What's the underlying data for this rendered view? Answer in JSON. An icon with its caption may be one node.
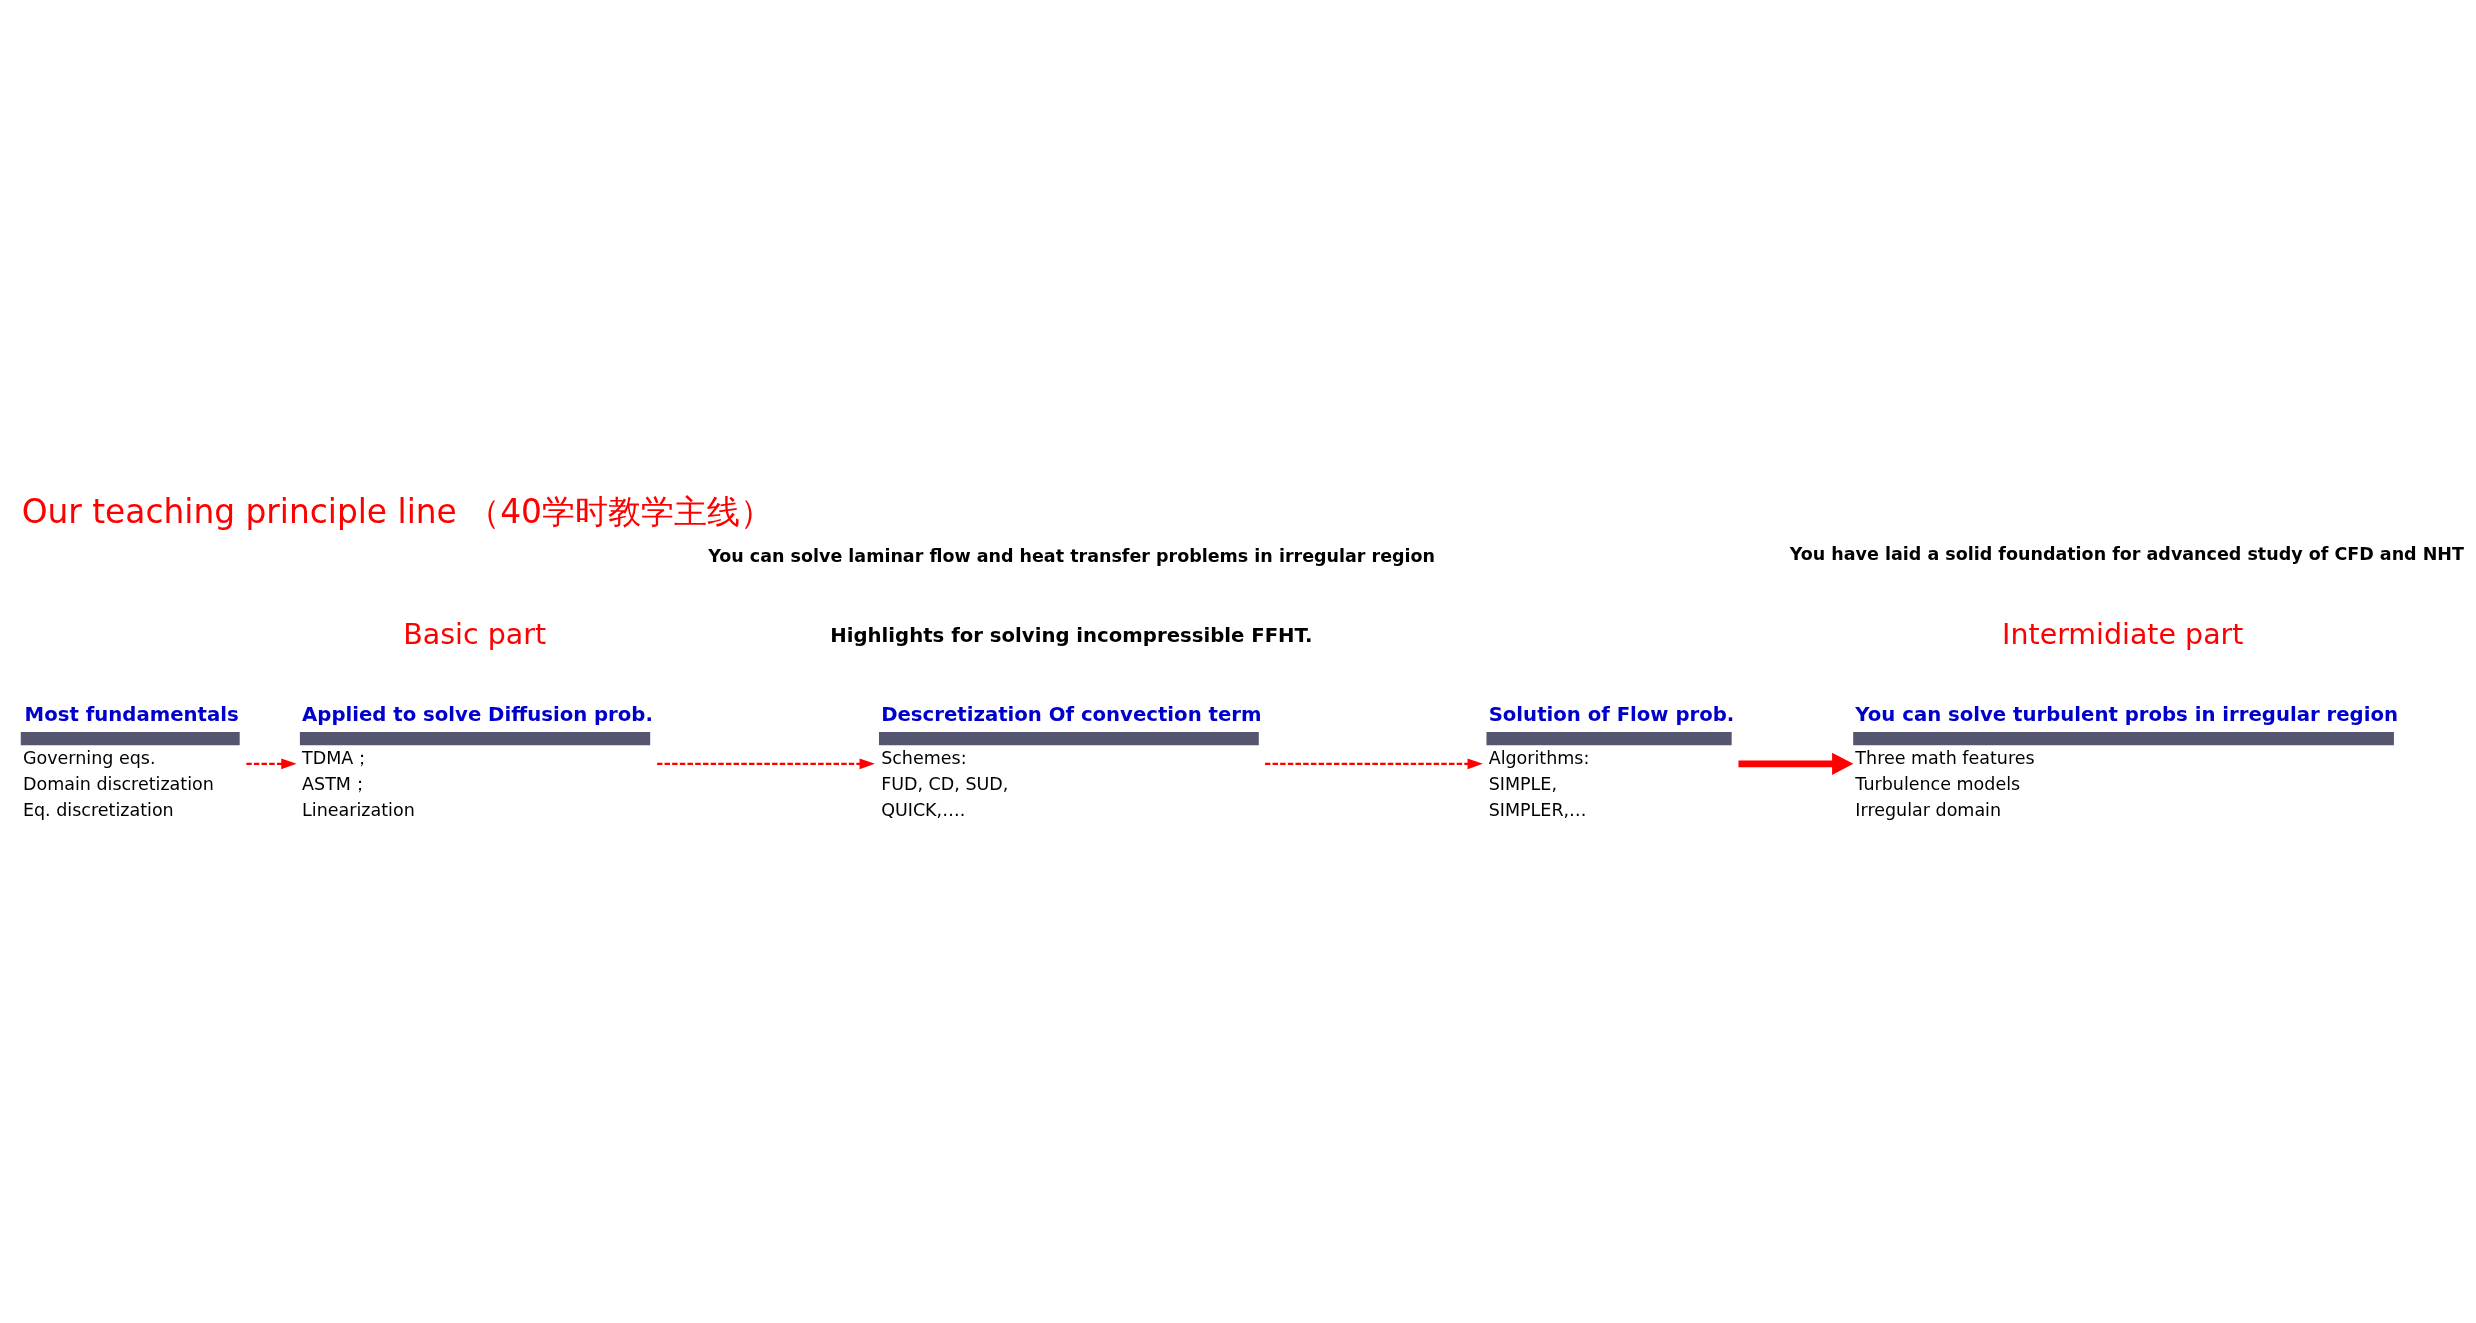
{
  "diagram": {
    "title": "Our teaching principle line （40学时教学主线）",
    "nodes": [
      {
        "text": [
          "Most fundamentals",
          "Governing eqs.",
          "Domain discretization",
          "Eq. discretization"
        ]
      },
      {
        "text": [
          "Applied to solve Diffusion prob.",
          "TDMA；",
          "ASTM；",
          "Linearization"
        ]
      },
      {
        "text": [
          "Descretization Of convection term",
          "Schemes:",
          "FUD, CD, SUD,",
          "QUICK,…."
        ]
      },
      {
        "text": [
          "Solution of Flow prob.",
          "Algorithms:",
          "SIMPLE,",
          "SIMPLER,…"
        ]
      },
      {
        "text": [
          "You can solve turbulent probs in irregular region",
          "Three math features",
          "Turbulence models",
          "Irregular domain"
        ]
      }
    ],
    "edges": [
      {
        "from": 0,
        "to": 1,
        "arrow": "to",
        "style": "dashed"
      },
      {
        "from": 1,
        "to": 2,
        "arrow": "to",
        "style": "dashed"
      },
      {
        "from": 2,
        "to": 3,
        "arrow": "to",
        "style": "dashed"
      },
      {
        "from": 3,
        "to": 4,
        "arrow": "to",
        "style": "thick"
      }
    ],
    "labels": [
      "Highlights for solving incompressible FFHT.",
      "Basic part",
      "You can solve laminar flow and heat transfer problems in irregular region",
      "Intermidiate part",
      "You have laid a solid foundation for advanced study of CFD and NHT"
    ]
  }
}
